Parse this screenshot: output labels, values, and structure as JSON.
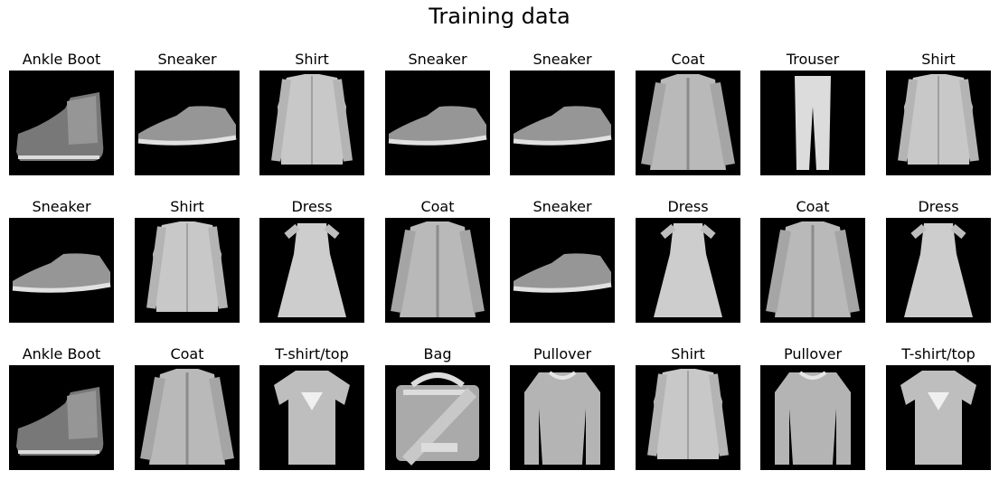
{
  "figure": {
    "title": "Training data"
  },
  "rows": [
    [
      "Ankle Boot",
      "Sneaker",
      "Shirt",
      "Sneaker",
      "Sneaker",
      "Coat",
      "Trouser",
      "Shirt"
    ],
    [
      "Sneaker",
      "Shirt",
      "Dress",
      "Coat",
      "Sneaker",
      "Dress",
      "Coat",
      "Dress"
    ],
    [
      "Ankle Boot",
      "Coat",
      "T-shirt/top",
      "Bag",
      "Pullover",
      "Shirt",
      "Pullover",
      "T-shirt/top"
    ]
  ]
}
